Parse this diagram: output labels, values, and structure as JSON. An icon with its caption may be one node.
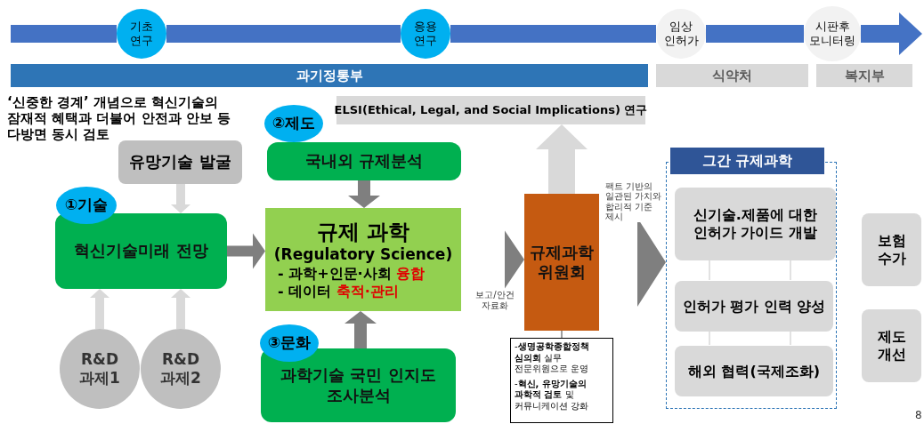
{
  "diagram": {
    "nodes": [
      {
        "text": [
          "기초 연구"
        ]
      },
      {
        "text": [
          "응용 연구"
        ]
      },
      {
        "text": [
          "임상 인허가"
        ]
      },
      {
        "text": [
          "시판후 모니터링"
        ]
      },
      {
        "text": [
          "과기정통부"
        ]
      },
      {
        "text": [
          "식약처"
        ]
      },
      {
        "text": [
          "복지부"
        ]
      },
      {
        "text": [
          "유망기술 발굴"
        ]
      },
      {
        "text": [
          "①기술"
        ]
      },
      {
        "text": [
          "혁신기술미래 전망"
        ]
      },
      {
        "text": [
          "R&D 과제1"
        ]
      },
      {
        "text": [
          "R&D 과제2"
        ]
      },
      {
        "text": [
          "②제도"
        ]
      },
      {
        "text": [
          "국내외 규제분석"
        ]
      },
      {
        "text": [
          "ELSI(Ethical, Legal, and Social Implications) 연구"
        ]
      },
      {
        "text": [
          "규제 과학",
          "(Regulatory Science)",
          "- 과학+인문·사회 **융합**",
          "- 데이터 **축적·관리**"
        ]
      },
      {
        "text": [
          "③문화"
        ]
      },
      {
        "text": [
          "과학기술 국민 인지도 조사분석"
        ]
      },
      {
        "text": [
          "규제과학 위원회"
        ]
      },
      {
        "text": [
          "-**생명공학종합정책 심의회** 실무 전문위원으로 운영",
          "-**혁신, 유망기술의 과학적 검토** 및 커뮤니케이션 강화"
        ]
      },
      {
        "text": [
          "그간 규제과학"
        ]
      },
      {
        "text": [
          "신기술.제품에 대한 인허가 가이드 개발"
        ],
        "in": 20
      },
      {
        "text": [
          "인허가 평가 인력 양성"
        ],
        "in": 20
      },
      {
        "text": [
          "해외 협력(국제조화)"
        ],
        "in": 20
      },
      {
        "text": [
          "보험 수가"
        ]
      },
      {
        "text": [
          "제도 개선"
        ]
      }
    ],
    "edges": [
      {
        "from": 7,
        "to": 9,
        "arrow": "to",
        "style": "thick",
        "color": "#d9d9d9"
      },
      {
        "from": 10,
        "to": 9,
        "arrow": "to",
        "style": "thick",
        "color": "#d9d9d9"
      },
      {
        "from": 11,
        "to": 9,
        "arrow": "to",
        "style": "thick",
        "color": "#d9d9d9"
      },
      {
        "from": 9,
        "to": 15,
        "arrow": "to",
        "style": "thick"
      },
      {
        "from": 13,
        "to": 15,
        "arrow": "to",
        "style": "thick"
      },
      {
        "from": 17,
        "to": 15,
        "arrow": "to",
        "style": "thick"
      },
      {
        "from": 15,
        "to": 18,
        "arrow": "to",
        "style": "thick",
        "label": "보고/안건 자료화"
      },
      {
        "from": 18,
        "to": 14,
        "arrow": "to",
        "style": "thick",
        "color": "#d9d9d9"
      },
      {
        "from": 18,
        "to": 20,
        "arrow": "to",
        "style": "thick",
        "label": "팩트 기반의 일관된 가치와 합리적 기준 제시"
      },
      {
        "from": 18,
        "to": 19,
        "arrow": "none"
      },
      {
        "from": 21,
        "to": 22,
        "arrow": "none",
        "color": "#d9d9d9"
      },
      {
        "from": 21,
        "to": 22,
        "arrow": "none",
        "color": "#d9d9d9"
      },
      {
        "from": 22,
        "to": 23,
        "arrow": "none",
        "color": "#d9d9d9"
      },
      {
        "from": 22,
        "to": 23,
        "arrow": "none",
        "color": "#d9d9d9"
      },
      {
        "from": null,
        "to": 0,
        "arrow": "none",
        "style": "thick",
        "color": "#4472c4"
      },
      {
        "from": 0,
        "to": 1,
        "arrow": "none",
        "style": "thick",
        "color": "#4472c4"
      },
      {
        "from": 1,
        "to": 2,
        "arrow": "none",
        "style": "thick",
        "color": "#4472c4"
      },
      {
        "from": 2,
        "to": 3,
        "arrow": "none",
        "style": "thick",
        "color": "#4472c4"
      },
      {
        "from": 3,
        "to": null,
        "arrow": "to",
        "style": "thick",
        "color": "#4472c4"
      }
    ],
    "labels": [
      "‘신중한 경계’ 개념으로 혁신기술의 잠재적 혜택과 더불어 안전과 안보 등 다방면 동시 검토",
      "8"
    ]
  }
}
